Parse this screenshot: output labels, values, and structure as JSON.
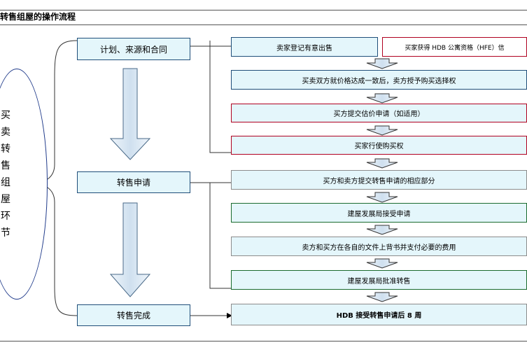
{
  "title": "转售组屋的操作流程",
  "side_label": "买卖转售组屋环节",
  "stages": {
    "planning": "计划、来源和合同",
    "application": "转售申请",
    "completion": "转售完成"
  },
  "steps": {
    "s1": "卖家登记有意出售",
    "s1b": "买家获得 HDB 公寓资格（HFE）信",
    "s2": "买卖双方就价格达成一致后，卖方授予购买选择权",
    "s3": "买方提交估价申请（如适用）",
    "s4": "买家行使购买权",
    "s5": "买方和卖方提交转售申请的相应部分",
    "s6": "建屋发展局接受申请",
    "s7": "卖方和买方在各自的文件上背书并支付必要的费用",
    "s8": "建屋发展局批准转售",
    "s9": "HDB 接受转售申请后 8 周"
  },
  "colors": {
    "box_fill": "#e4f6fb",
    "arrow_fill": "#d6e4f0",
    "border_blue": "#1f4e79",
    "border_red": "#b00020",
    "border_grey": "#8c8c8c",
    "border_green": "#1a6b2e"
  }
}
